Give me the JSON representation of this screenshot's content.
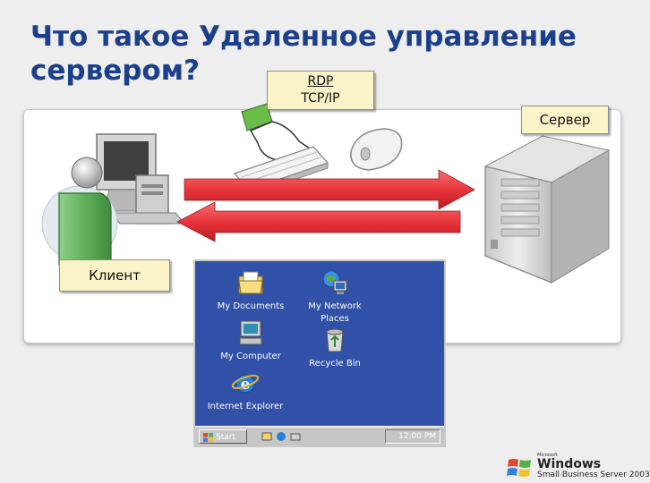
{
  "title": "Что такое Удаленное управление\nсервером?",
  "protocol": {
    "line1": "RDP",
    "line2": "TCP/IP"
  },
  "server_label": "Сервер",
  "client_label": "Клиент",
  "desktop": {
    "icons": [
      {
        "label": "My Documents",
        "icon": "folder-icon"
      },
      {
        "label": "My Network\nPlaces",
        "icon": "network-icon"
      },
      {
        "label": "My Computer",
        "icon": "computer-icon"
      },
      {
        "label": "Recycle Bin",
        "icon": "recycle-bin-icon"
      },
      {
        "label": "Internet Explorer",
        "icon": "ie-icon"
      }
    ],
    "start_label": "Start",
    "clock": "12:00 PM"
  },
  "brand": {
    "microsoft": "Microsoft",
    "windows": "Windows",
    "product": "Small Business Server 2003"
  },
  "colors": {
    "title": "#1c3f8c",
    "arrow": "#e8343a",
    "desktop": "#3150a8",
    "label_bg": "#fbf4c8"
  }
}
